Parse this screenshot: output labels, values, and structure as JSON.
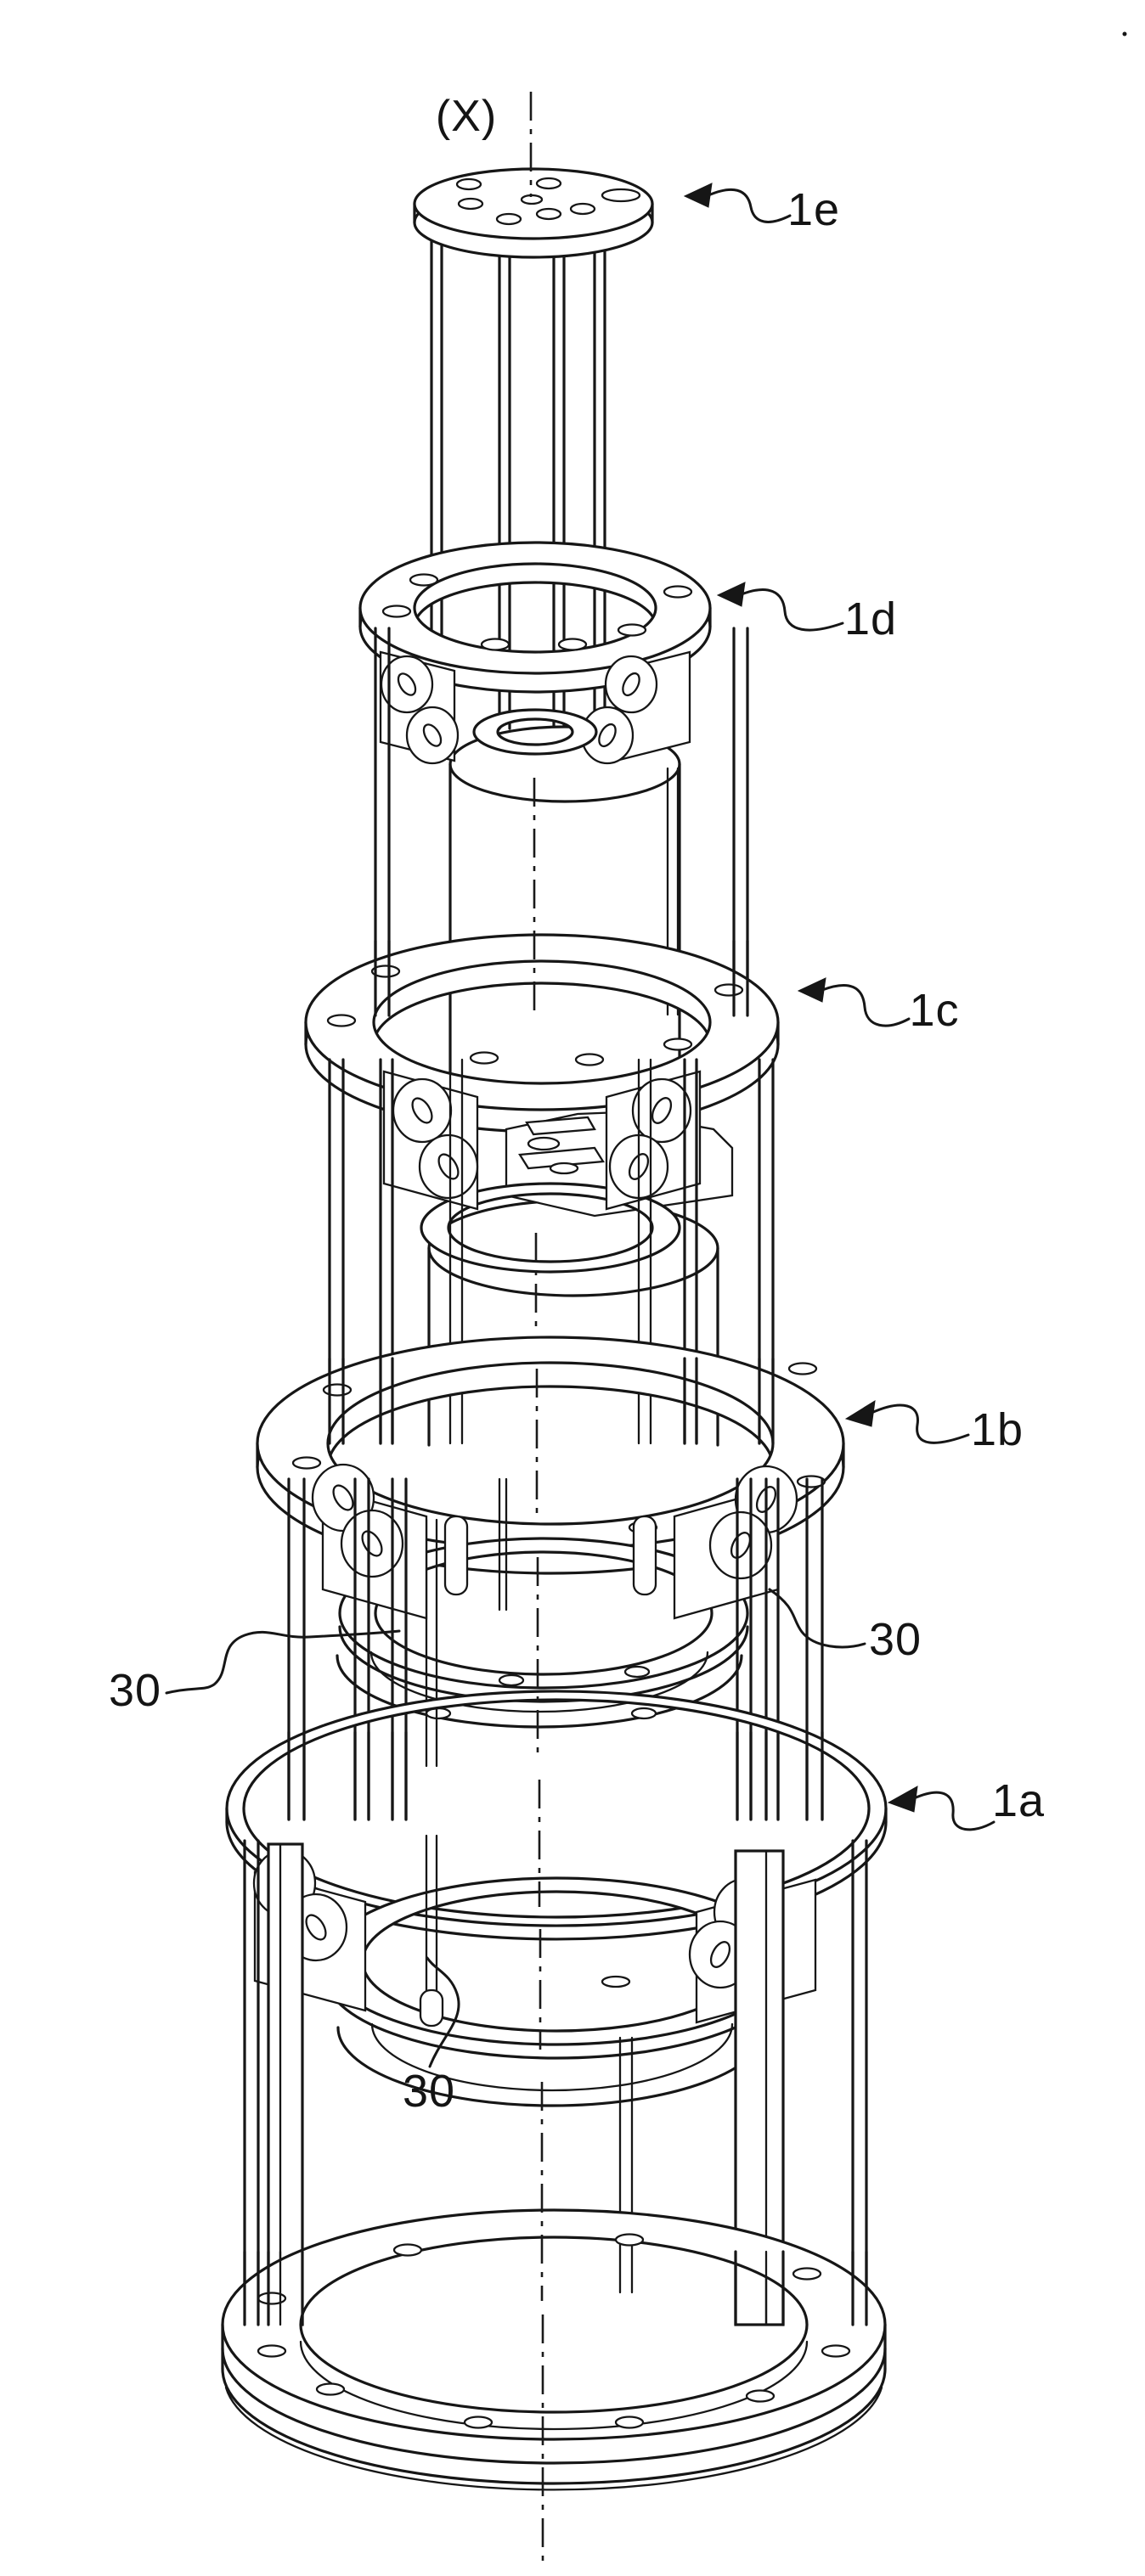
{
  "figure": {
    "axis_label": {
      "text": "(X)"
    },
    "part_labels": [
      {
        "ref": "1e",
        "text": "1e"
      },
      {
        "ref": "1d",
        "text": "1d"
      },
      {
        "ref": "1c",
        "text": "1c"
      },
      {
        "ref": "1b",
        "text": "1b"
      },
      {
        "ref": "1a",
        "text": "1a"
      },
      {
        "ref": "30-right",
        "text": "30"
      },
      {
        "ref": "30-left",
        "text": "30"
      },
      {
        "ref": "30-bottom",
        "text": "30"
      }
    ],
    "colors": {
      "ink": "#161616",
      "paper": "#ffffff"
    }
  }
}
